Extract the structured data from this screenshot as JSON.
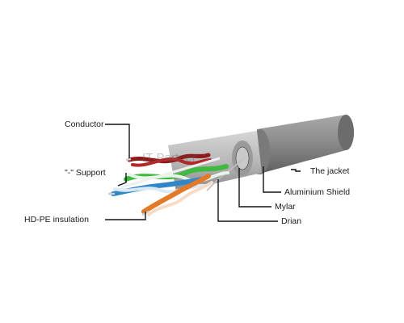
{
  "labels": {
    "conductor": "Conductor",
    "support": "\"-\" Support",
    "insulation": "HD-PE insulation",
    "jacket": "The jacket",
    "shield": "Aluminium Shield",
    "mylar": "Mylar",
    "drain": "Drian"
  },
  "watermark": "IT-Partner",
  "colors": {
    "jacket": "#8c8c8c",
    "shield": "#b5b5b5",
    "pair_red": "#8e1b1b",
    "pair_green": "#3fb93f",
    "pair_blue": "#2f86c8",
    "pair_orange": "#e27a2a",
    "leader": "#111111"
  }
}
